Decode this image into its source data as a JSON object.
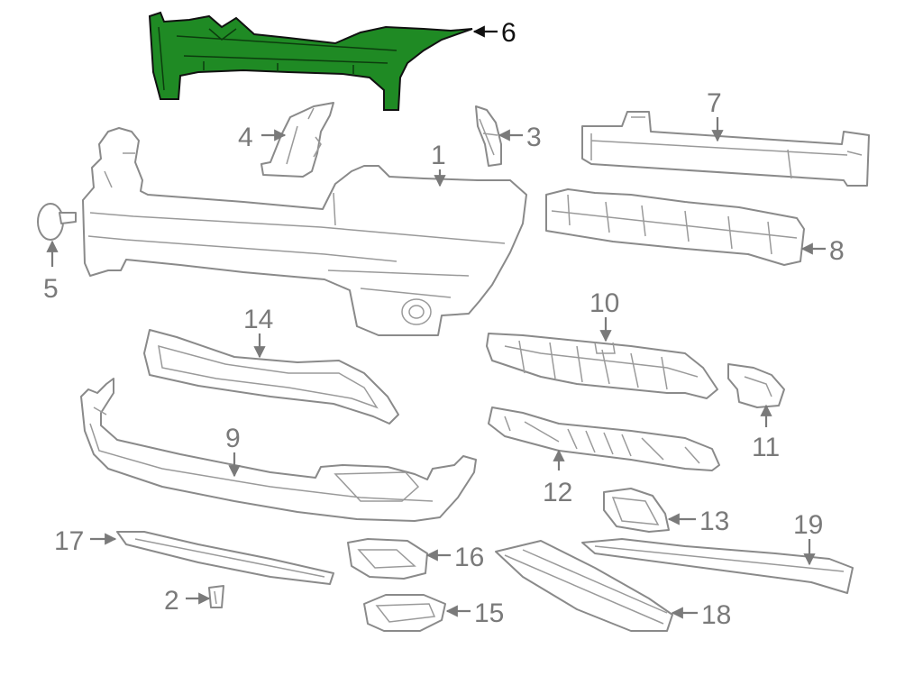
{
  "highlight_color": "#1f8a24",
  "line_color": "#8a8a8a",
  "callouts": {
    "c1": "1",
    "c2": "2",
    "c3": "3",
    "c4": "4",
    "c5": "5",
    "c6": "6",
    "c7": "7",
    "c8": "8",
    "c9": "9",
    "c10": "10",
    "c11": "11",
    "c12": "12",
    "c13": "13",
    "c14": "14",
    "c15": "15",
    "c16": "16",
    "c17": "17",
    "c18": "18",
    "c19": "19"
  }
}
